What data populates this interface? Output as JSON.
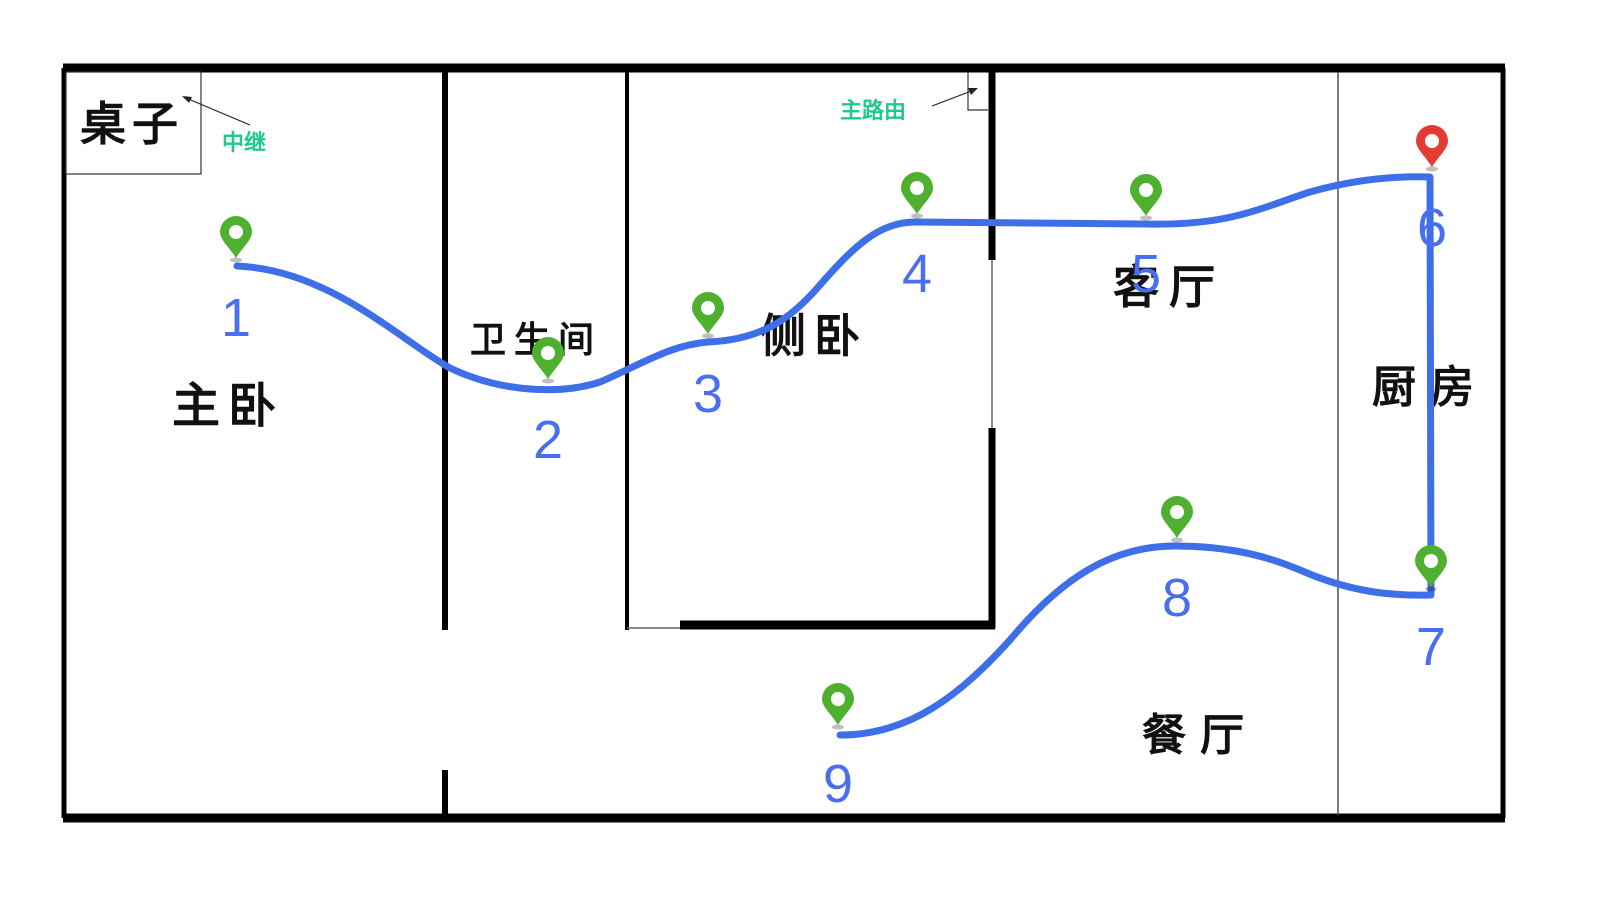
{
  "colors": {
    "wall": "#000000",
    "thin_wall": "#555555",
    "route": "#3f6fe8",
    "marker_green": "#4fb02f",
    "marker_red": "#e23c34",
    "number": "#4a6ef0",
    "note": "#1fc98a"
  },
  "rooms": {
    "desk": "桌子",
    "master_bedroom": "主卧",
    "bathroom": "卫生间",
    "side_bedroom": "侧卧",
    "living_room": "客厅",
    "kitchen": "厨房",
    "dining_room": "餐厅"
  },
  "notes": {
    "relay": "中继",
    "main_router": "主路由"
  },
  "points": [
    {
      "label": "1",
      "marker": "green"
    },
    {
      "label": "2",
      "marker": "green"
    },
    {
      "label": "3",
      "marker": "green"
    },
    {
      "label": "4",
      "marker": "green"
    },
    {
      "label": "5",
      "marker": "green"
    },
    {
      "label": "6",
      "marker": "red"
    },
    {
      "label": "7",
      "marker": "green"
    },
    {
      "label": "8",
      "marker": "green"
    },
    {
      "label": "9",
      "marker": "green"
    }
  ]
}
